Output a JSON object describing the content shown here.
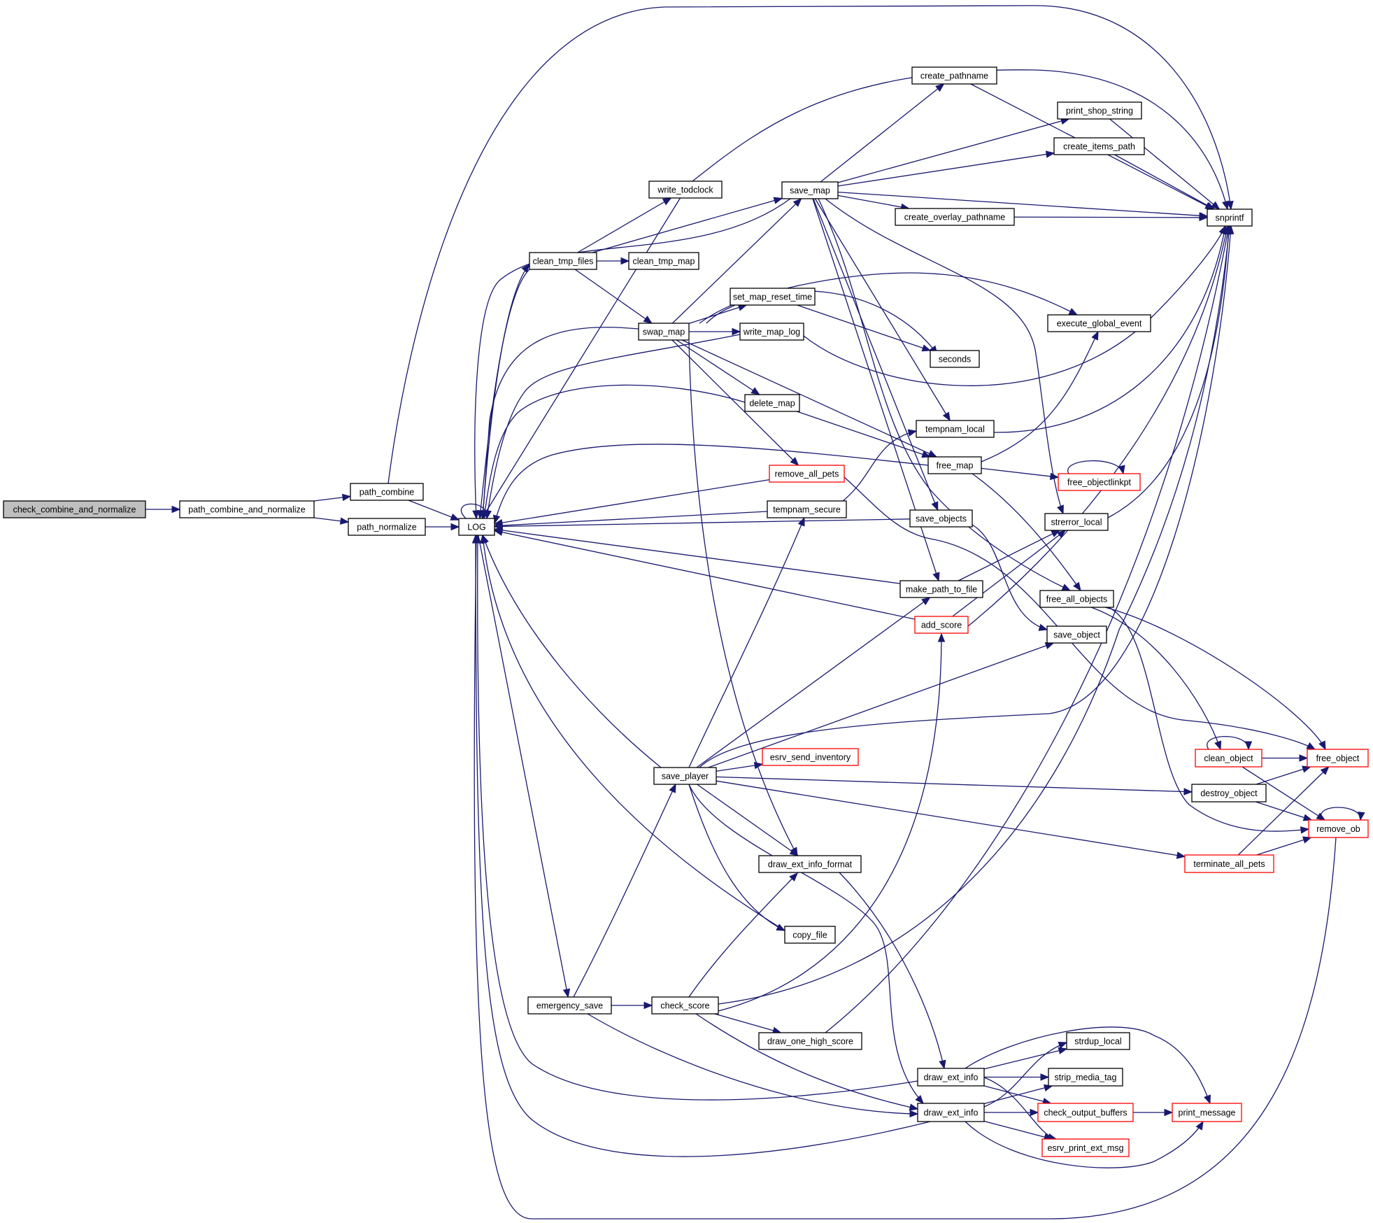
{
  "diagram": {
    "type": "call-graph",
    "colors": {
      "edge": "#191970",
      "node_border": "#000000",
      "node_border_truncated": "#ff0000",
      "node_fill": "#ffffff",
      "root_fill": "#bfbfbf"
    },
    "nodes": [
      {
        "id": "check_combine_and_normalize",
        "label": "check_combine_and_normalize",
        "root": true
      },
      {
        "id": "path_combine_and_normalize",
        "label": "path_combine_and_normalize"
      },
      {
        "id": "path_combine",
        "label": "path_combine"
      },
      {
        "id": "path_normalize",
        "label": "path_normalize"
      },
      {
        "id": "LOG",
        "label": "LOG"
      },
      {
        "id": "write_todclock",
        "label": "write_todclock"
      },
      {
        "id": "save_map",
        "label": "save_map"
      },
      {
        "id": "create_pathname",
        "label": "create_pathname"
      },
      {
        "id": "print_shop_string",
        "label": "print_shop_string"
      },
      {
        "id": "create_items_path",
        "label": "create_items_path"
      },
      {
        "id": "snprintf",
        "label": "snprintf"
      },
      {
        "id": "create_overlay_pathname",
        "label": "create_overlay_pathname"
      },
      {
        "id": "clean_tmp_files",
        "label": "clean_tmp_files"
      },
      {
        "id": "clean_tmp_map",
        "label": "clean_tmp_map"
      },
      {
        "id": "set_map_reset_time",
        "label": "set_map_reset_time"
      },
      {
        "id": "swap_map",
        "label": "swap_map"
      },
      {
        "id": "write_map_log",
        "label": "write_map_log"
      },
      {
        "id": "execute_global_event",
        "label": "execute_global_event"
      },
      {
        "id": "seconds",
        "label": "seconds"
      },
      {
        "id": "delete_map",
        "label": "delete_map"
      },
      {
        "id": "tempnam_local",
        "label": "tempnam_local"
      },
      {
        "id": "free_map",
        "label": "free_map"
      },
      {
        "id": "free_objectlinkpt",
        "label": "free_objectlinkpt",
        "truncated": true
      },
      {
        "id": "remove_all_pets",
        "label": "remove_all_pets",
        "truncated": true
      },
      {
        "id": "tempnam_secure",
        "label": "tempnam_secure"
      },
      {
        "id": "save_objects",
        "label": "save_objects"
      },
      {
        "id": "strerror_local",
        "label": "strerror_local"
      },
      {
        "id": "make_path_to_file",
        "label": "make_path_to_file"
      },
      {
        "id": "free_all_objects",
        "label": "free_all_objects"
      },
      {
        "id": "add_score",
        "label": "add_score",
        "truncated": true
      },
      {
        "id": "save_object",
        "label": "save_object"
      },
      {
        "id": "clean_object",
        "label": "clean_object",
        "truncated": true
      },
      {
        "id": "free_object",
        "label": "free_object",
        "truncated": true
      },
      {
        "id": "esrv_send_inventory",
        "label": "esrv_send_inventory",
        "truncated": true
      },
      {
        "id": "save_player",
        "label": "save_player"
      },
      {
        "id": "destroy_object",
        "label": "destroy_object"
      },
      {
        "id": "remove_ob",
        "label": "remove_ob",
        "truncated": true
      },
      {
        "id": "draw_ext_info_format",
        "label": "draw_ext_info_format"
      },
      {
        "id": "terminate_all_pets",
        "label": "terminate_all_pets",
        "truncated": true
      },
      {
        "id": "copy_file",
        "label": "copy_file"
      },
      {
        "id": "emergency_save",
        "label": "emergency_save"
      },
      {
        "id": "check_score",
        "label": "check_score"
      },
      {
        "id": "draw_one_high_score",
        "label": "draw_one_high_score"
      },
      {
        "id": "strdup_local",
        "label": "strdup_local"
      },
      {
        "id": "draw_ext_info_a",
        "label": "draw_ext_info"
      },
      {
        "id": "strip_media_tag",
        "label": "strip_media_tag"
      },
      {
        "id": "draw_ext_info_b",
        "label": "draw_ext_info"
      },
      {
        "id": "check_output_buffers",
        "label": "check_output_buffers",
        "truncated": true
      },
      {
        "id": "print_message",
        "label": "print_message",
        "truncated": true
      },
      {
        "id": "esrv_print_ext_msg",
        "label": "esrv_print_ext_msg",
        "truncated": true
      }
    ],
    "edges": [
      [
        "check_combine_and_normalize",
        "path_combine_and_normalize"
      ],
      [
        "path_combine_and_normalize",
        "path_combine"
      ],
      [
        "path_combine_and_normalize",
        "path_normalize"
      ],
      [
        "path_combine",
        "LOG"
      ],
      [
        "path_combine",
        "snprintf"
      ],
      [
        "path_normalize",
        "LOG"
      ],
      [
        "LOG",
        "LOG"
      ],
      [
        "LOG",
        "clean_tmp_files"
      ],
      [
        "LOG",
        "emergency_save"
      ],
      [
        "write_todclock",
        "LOG"
      ],
      [
        "write_todclock",
        "snprintf"
      ],
      [
        "clean_tmp_files",
        "LOG"
      ],
      [
        "clean_tmp_files",
        "write_todclock"
      ],
      [
        "clean_tmp_files",
        "save_map"
      ],
      [
        "clean_tmp_files",
        "clean_tmp_map"
      ],
      [
        "clean_tmp_files",
        "swap_map"
      ],
      [
        "save_map",
        "create_pathname"
      ],
      [
        "save_map",
        "print_shop_string"
      ],
      [
        "save_map",
        "create_items_path"
      ],
      [
        "save_map",
        "snprintf"
      ],
      [
        "save_map",
        "create_overlay_pathname"
      ],
      [
        "save_map",
        "LOG"
      ],
      [
        "save_map",
        "strerror_local"
      ],
      [
        "save_map",
        "tempnam_local"
      ],
      [
        "save_map",
        "save_objects"
      ],
      [
        "save_map",
        "make_path_to_file"
      ],
      [
        "save_map",
        "free_all_objects"
      ],
      [
        "create_pathname",
        "snprintf"
      ],
      [
        "print_shop_string",
        "snprintf"
      ],
      [
        "create_items_path",
        "snprintf"
      ],
      [
        "create_overlay_pathname",
        "snprintf"
      ],
      [
        "swap_map",
        "LOG"
      ],
      [
        "swap_map",
        "save_map"
      ],
      [
        "swap_map",
        "set_map_reset_time"
      ],
      [
        "swap_map",
        "write_map_log"
      ],
      [
        "swap_map",
        "delete_map"
      ],
      [
        "swap_map",
        "remove_all_pets"
      ],
      [
        "swap_map",
        "free_map"
      ],
      [
        "swap_map",
        "execute_global_event"
      ],
      [
        "swap_map",
        "seconds"
      ],
      [
        "swap_map",
        "draw_ext_info_format"
      ],
      [
        "set_map_reset_time",
        "seconds"
      ],
      [
        "write_map_log",
        "LOG"
      ],
      [
        "write_map_log",
        "snprintf"
      ],
      [
        "delete_map",
        "LOG"
      ],
      [
        "delete_map",
        "free_map"
      ],
      [
        "free_map",
        "LOG"
      ],
      [
        "free_map",
        "free_objectlinkpt"
      ],
      [
        "free_map",
        "execute_global_event"
      ],
      [
        "free_map",
        "free_all_objects"
      ],
      [
        "free_objectlinkpt",
        "free_objectlinkpt"
      ],
      [
        "tempnam_local",
        "snprintf"
      ],
      [
        "remove_all_pets",
        "LOG"
      ],
      [
        "remove_all_pets",
        "free_object"
      ],
      [
        "tempnam_secure",
        "LOG"
      ],
      [
        "tempnam_secure",
        "tempnam_local"
      ],
      [
        "save_objects",
        "LOG"
      ],
      [
        "save_objects",
        "save_object"
      ],
      [
        "strerror_local",
        "snprintf"
      ],
      [
        "make_path_to_file",
        "LOG"
      ],
      [
        "make_path_to_file",
        "strerror_local"
      ],
      [
        "add_score",
        "LOG"
      ],
      [
        "add_score",
        "strerror_local"
      ],
      [
        "add_score",
        "snprintf"
      ],
      [
        "free_all_objects",
        "clean_object"
      ],
      [
        "free_all_objects",
        "free_object"
      ],
      [
        "free_all_objects",
        "remove_ob"
      ],
      [
        "clean_object",
        "clean_object"
      ],
      [
        "clean_object",
        "free_object"
      ],
      [
        "clean_object",
        "remove_ob"
      ],
      [
        "destroy_object",
        "free_object"
      ],
      [
        "destroy_object",
        "remove_ob"
      ],
      [
        "remove_ob",
        "remove_ob"
      ],
      [
        "remove_ob",
        "LOG"
      ],
      [
        "terminate_all_pets",
        "free_object"
      ],
      [
        "terminate_all_pets",
        "remove_ob"
      ],
      [
        "save_player",
        "LOG"
      ],
      [
        "save_player",
        "tempnam_secure"
      ],
      [
        "save_player",
        "make_path_to_file"
      ],
      [
        "save_player",
        "save_object"
      ],
      [
        "save_player",
        "snprintf"
      ],
      [
        "save_player",
        "esrv_send_inventory"
      ],
      [
        "save_player",
        "destroy_object"
      ],
      [
        "save_player",
        "terminate_all_pets"
      ],
      [
        "save_player",
        "draw_ext_info_format"
      ],
      [
        "save_player",
        "copy_file"
      ],
      [
        "save_player",
        "draw_ext_info_b"
      ],
      [
        "copy_file",
        "LOG"
      ],
      [
        "draw_ext_info_format",
        "draw_ext_info_a"
      ],
      [
        "emergency_save",
        "save_player"
      ],
      [
        "emergency_save",
        "check_score"
      ],
      [
        "emergency_save",
        "draw_ext_info_b"
      ],
      [
        "check_score",
        "draw_ext_info_format"
      ],
      [
        "check_score",
        "add_score"
      ],
      [
        "check_score",
        "snprintf"
      ],
      [
        "check_score",
        "draw_one_high_score"
      ],
      [
        "check_score",
        "draw_ext_info_b"
      ],
      [
        "draw_one_high_score",
        "snprintf"
      ],
      [
        "draw_ext_info_a",
        "LOG"
      ],
      [
        "draw_ext_info_a",
        "strdup_local"
      ],
      [
        "draw_ext_info_a",
        "strip_media_tag"
      ],
      [
        "draw_ext_info_a",
        "check_output_buffers"
      ],
      [
        "draw_ext_info_a",
        "esrv_print_ext_msg"
      ],
      [
        "draw_ext_info_a",
        "print_message"
      ],
      [
        "draw_ext_info_b",
        "LOG"
      ],
      [
        "draw_ext_info_b",
        "strdup_local"
      ],
      [
        "draw_ext_info_b",
        "strip_media_tag"
      ],
      [
        "draw_ext_info_b",
        "check_output_buffers"
      ],
      [
        "draw_ext_info_b",
        "esrv_print_ext_msg"
      ],
      [
        "draw_ext_info_b",
        "print_message"
      ],
      [
        "check_output_buffers",
        "print_message"
      ]
    ]
  }
}
